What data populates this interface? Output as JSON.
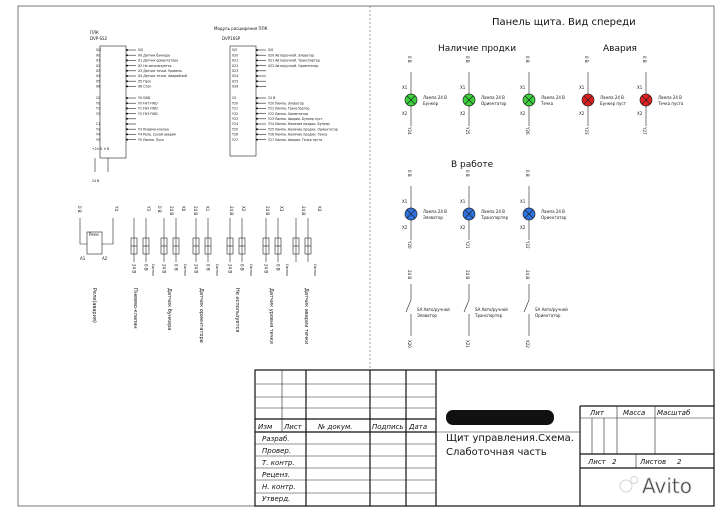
{
  "plc": {
    "title": "ПЛК",
    "model": "DVP-SS2",
    "inputs": [
      "S/S",
      "X0 Датчик бункера",
      "X1 Датчик ориентатора",
      "X2 Не используется",
      "X3 Датчик течки. Уровень",
      "X4 Датчик течки. Аварийный",
      "X5 Пуск",
      "X6 Стоп"
    ],
    "in_pins": [
      "S/S",
      "X0",
      "X1",
      "X2",
      "X3",
      "X4",
      "X5",
      "X6"
    ],
    "outputs": [
      "Y0 GND",
      "Y0 FHT FWD",
      "Y1 FH2 FWD",
      "Y2 FH3 FWD",
      "",
      "",
      "Y3 Пневмо-клапан",
      "Y4 Реле. Сухой авария",
      "Y5 Лампа. Пуск"
    ],
    "out_pins": [
      "C0",
      "Y0",
      "Y1",
      "Y2",
      "",
      "C1",
      "Y3",
      "Y4",
      "Y5"
    ],
    "power": [
      "+24 В",
      "0 В"
    ],
    "bottom_label": "24 В"
  },
  "exp": {
    "title": "Модуль расширения ПЛК",
    "model": "DVP16SP",
    "inputs": [
      "S/S",
      "X20 Авто/ручной. Элеватор",
      "X21 Авто/ручной. Транспортер",
      "X22 Авто/ручной. Ориентатор",
      "",
      "",
      "",
      ""
    ],
    "in_pins": [
      "S/S",
      "X20",
      "X21",
      "X22",
      "X23",
      "X24",
      "X25",
      "X26"
    ],
    "outputs": [
      "24 В",
      "Y20 Лампа. Элеватор",
      "Y21 Лампа. Транспортер",
      "Y22 Лампа. Ориентатор",
      "Y23 Лампа. Авария. Бункер пуст",
      "Y24 Лампа. Наличие продки. Бункер",
      "Y25 Лампа. Наличие продки. Ориентатор",
      "Y26 Лампа. Наличие продки. Течка",
      "Y27 Лампа. Авария. Течка пуста"
    ],
    "out_pins": [
      "C0",
      "Y20",
      "Y21",
      "Y22",
      "Y23",
      "Y24",
      "Y25",
      "Y26",
      "Y27"
    ]
  },
  "relays": {
    "relay_label": "Реле",
    "a1": "A1",
    "a2": "A2",
    "top_labels": [
      "0 В",
      "Y4",
      "Y3",
      "0 В",
      "24 В",
      "X0",
      "24 В",
      "X1",
      "24 В",
      "X2",
      "24 В",
      "X3",
      "24 В",
      "X4"
    ],
    "bottom_labels": [
      "24 В",
      "0 В",
      "24 В",
      "0 В",
      "24 В",
      "0 В",
      "24 В",
      "0 В",
      "24 В",
      "0 В"
    ],
    "captions": [
      "Реле(авария)",
      "Пневмо-клапан",
      "Датчик бункера",
      "Датчик ориентатора",
      "Не используется",
      "Датчик уровня течки",
      "Датчик аварии течки"
    ],
    "signal_label": "Сигнал"
  },
  "panel": {
    "title": "Панель щита. Вид спереди",
    "sec_presence": "Наличие продки",
    "sec_alarm": "Авария",
    "sec_work": "В работе",
    "lamp_text": "Лампа 24 В",
    "presence_lamps": [
      {
        "name": "Бункер",
        "y": "Y24",
        "color": "#3bd13b"
      },
      {
        "name": "Ориентатор",
        "y": "Y25",
        "color": "#3bd13b"
      },
      {
        "name": "Течка",
        "y": "Y26",
        "color": "#3bd13b"
      }
    ],
    "alarm_lamps": [
      {
        "name": "Бункер пуст",
        "y": "Y23",
        "color": "#e02020"
      },
      {
        "name": "Течка пуста",
        "y": "Y27",
        "color": "#e02020"
      }
    ],
    "work_lamps": [
      {
        "name": "Элеватор",
        "y": "Y20",
        "color": "#2f73e0"
      },
      {
        "name": "Транспортер",
        "y": "Y21",
        "color": "#2f73e0"
      },
      {
        "name": "Ориентатор",
        "y": "Y22",
        "color": "#2f73e0"
      }
    ],
    "switch_text": "SA Авто/ручной",
    "switches": [
      {
        "name": "Элеватор",
        "x": "X20"
      },
      {
        "name": "Транспортер",
        "x": "X21"
      },
      {
        "name": "Ориентатор",
        "x": "X22"
      }
    ],
    "lamp_top": "0 В",
    "lamp_x1": "X1",
    "lamp_x2": "X2",
    "switch_top": "24 В"
  },
  "titleblock": {
    "headers": [
      "Изм",
      "Лист",
      "№ докум.",
      "Подпись",
      "Дата"
    ],
    "rows": [
      "Разраб.",
      "Провер.",
      "Т. контр.",
      "Реценз.",
      "Н. контр.",
      "Утверд."
    ],
    "name_line1": "Щит управления.Схема.",
    "name_line2": "Слаботочная часть",
    "lit": "Лит",
    "mass": "Масса",
    "scale": "Масштаб",
    "sheet_label": "Лист",
    "sheet_value": "2",
    "sheets_label": "Листов",
    "sheets_value": "2"
  },
  "watermark": "Avito"
}
